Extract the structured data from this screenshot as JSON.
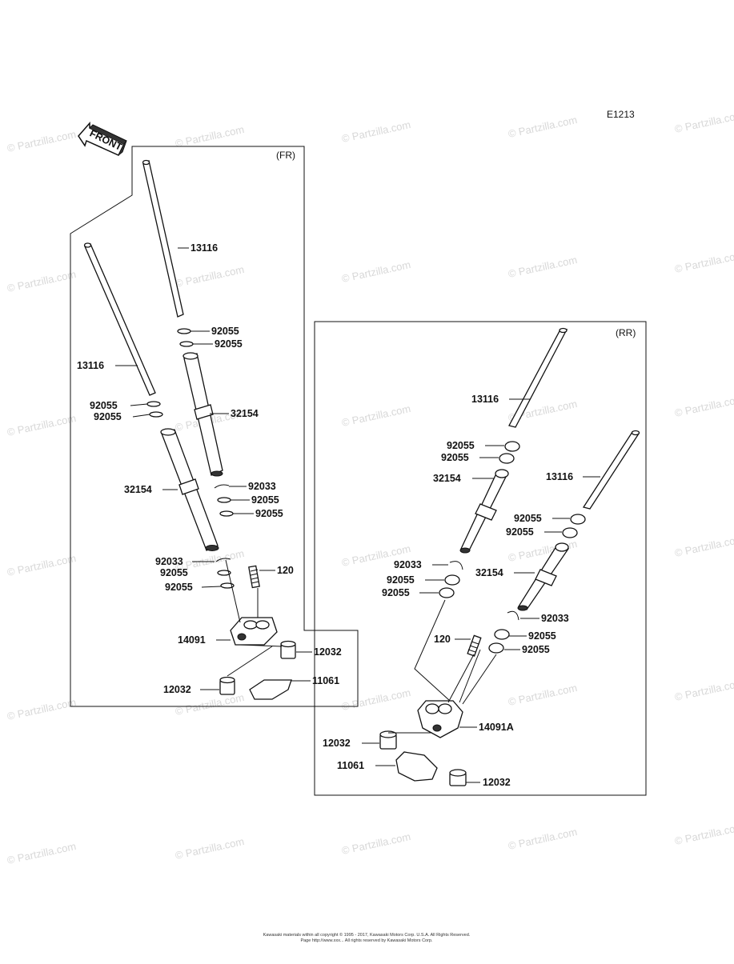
{
  "diagram_code": "E1213",
  "front_label": "FRONT",
  "watermark": "© Partzilla.com",
  "sections": {
    "front": {
      "label": "(FR)",
      "callouts": [
        "13116",
        "13116",
        "92055",
        "92055",
        "92055",
        "92055",
        "32154",
        "32154",
        "92033",
        "92055",
        "92055",
        "92033",
        "92055",
        "92055",
        "120",
        "14091",
        "12032",
        "12032",
        "11061"
      ]
    },
    "rear": {
      "label": "(RR)",
      "callouts": [
        "13116",
        "13116",
        "92055",
        "92055",
        "32154",
        "92055",
        "92055",
        "92033",
        "92055",
        "92055",
        "32154",
        "92033",
        "120",
        "92055",
        "92055",
        "14091A",
        "12032",
        "11061",
        "12032"
      ]
    }
  },
  "footer": {
    "line1": "Kawasaki materials within all copyright © 1995 - 2017, Kawasaki Motors Corp. U.S.A. All Rights Reserved.",
    "line2": "Page http://www.xxx... All rights reserved by Kawasaki Motors Corp."
  }
}
